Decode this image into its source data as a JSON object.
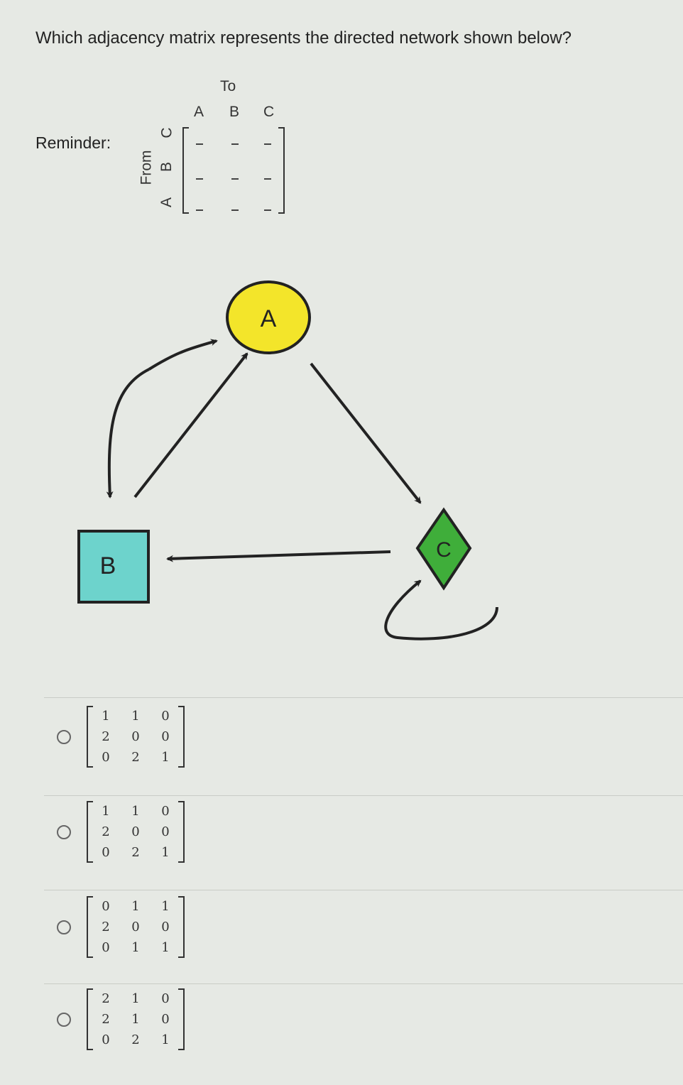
{
  "question": "Which adjacency matrix represents the directed network shown below?",
  "reminder": {
    "label": "Reminder:",
    "to_label": "To",
    "from_label": "From",
    "columns": [
      "A",
      "B",
      "C"
    ],
    "rows_top_to_bottom": [
      "C",
      "B",
      "A"
    ]
  },
  "graph": {
    "nodes": [
      {
        "id": "A",
        "shape": "circle",
        "color": "#f3e52a"
      },
      {
        "id": "B",
        "shape": "square",
        "color": "#6dd3cc"
      },
      {
        "id": "C",
        "shape": "diamond",
        "color": "#3fae3a"
      }
    ]
  },
  "options": [
    {
      "matrix": [
        [
          1,
          1,
          0
        ],
        [
          2,
          0,
          0
        ],
        [
          0,
          2,
          1
        ]
      ]
    },
    {
      "matrix": [
        [
          1,
          1,
          0
        ],
        [
          2,
          0,
          0
        ],
        [
          0,
          2,
          1
        ]
      ]
    },
    {
      "matrix": [
        [
          0,
          1,
          1
        ],
        [
          2,
          0,
          0
        ],
        [
          0,
          1,
          1
        ]
      ]
    },
    {
      "matrix": [
        [
          2,
          1,
          0
        ],
        [
          2,
          1,
          0
        ],
        [
          0,
          2,
          1
        ]
      ]
    }
  ]
}
